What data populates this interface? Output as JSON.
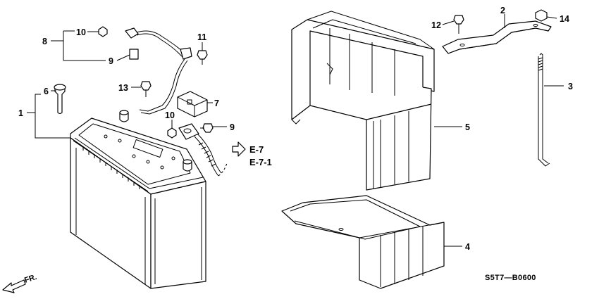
{
  "callouts": {
    "c1": "1",
    "c2": "2",
    "c3": "3",
    "c4": "4",
    "c5": "5",
    "c6": "6",
    "c7": "7",
    "c8": "8",
    "c9a": "9",
    "c9b": "9",
    "c10a": "10",
    "c10b": "10",
    "c11": "11",
    "c12": "12",
    "c13": "13",
    "c14": "14"
  },
  "refs": {
    "e7": "E-7",
    "e71": "E-7-1"
  },
  "diagram_code": "S5T7—B0600",
  "front_marker": "FR.",
  "colors": {
    "line": "#000000",
    "fill": "#ffffff"
  }
}
